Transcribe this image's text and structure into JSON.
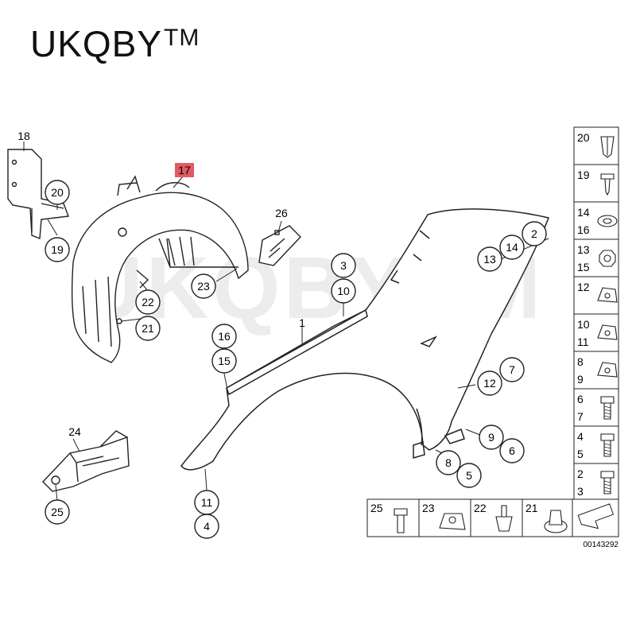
{
  "brand": {
    "name": "UKQBY",
    "mark": "TM",
    "watermark": "UKQBYTM"
  },
  "diagram_number": "00143292",
  "highlight_color": "#e15b64",
  "main_labels": {
    "l1": "1",
    "l2": "2",
    "l3": "3",
    "l4": "4",
    "l5": "5",
    "l6": "6",
    "l7": "7",
    "l8": "8",
    "l9": "9",
    "l10": "10",
    "l11": "11",
    "l12": "12",
    "l13": "13",
    "l14": "14",
    "l15": "15",
    "l16": "16",
    "l17": "17",
    "l18": "18",
    "l19": "19",
    "l20": "20",
    "l21": "21",
    "l22": "22",
    "l23": "23",
    "l24": "24",
    "l25": "25",
    "l26": "26"
  },
  "legend_column": [
    {
      "labels": [
        "20"
      ]
    },
    {
      "labels": [
        "19"
      ]
    },
    {
      "labels": [
        "14",
        "16"
      ]
    },
    {
      "labels": [
        "13",
        "15"
      ]
    },
    {
      "labels": [
        "12"
      ]
    },
    {
      "labels": [
        "10",
        "11"
      ]
    },
    {
      "labels": [
        "8",
        "9"
      ]
    },
    {
      "labels": [
        "6",
        "7"
      ]
    },
    {
      "labels": [
        "4",
        "5"
      ]
    },
    {
      "labels": [
        "2",
        "3"
      ]
    }
  ],
  "legend_row": [
    {
      "labels": [
        "25"
      ]
    },
    {
      "labels": [
        "23"
      ]
    },
    {
      "labels": [
        "22"
      ]
    },
    {
      "labels": [
        "21"
      ]
    }
  ]
}
